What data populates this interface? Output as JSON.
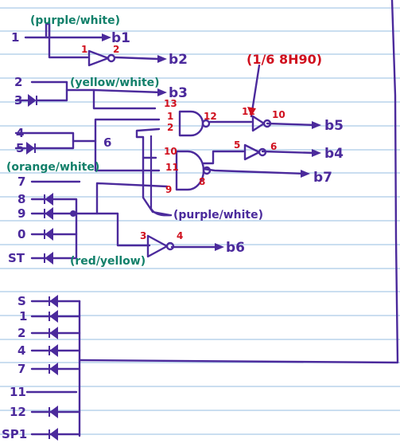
{
  "colors": {
    "ink": "#4b2a9c",
    "annotation": "#12806a",
    "pin": "#d0101e",
    "rule": "#b9d3ec",
    "margin": "#e7a0a8"
  },
  "inputs": [
    "1",
    "2",
    "3",
    "4",
    "5",
    "7",
    "8",
    "9",
    "0",
    "ST"
  ],
  "bottom_inputs": [
    "S",
    "1",
    "2",
    "4",
    "7",
    "11",
    "12",
    "SP1"
  ],
  "outputs": [
    "b1",
    "b2",
    "b3",
    "b5",
    "b4",
    "b7",
    "b6"
  ],
  "wire_labels": {
    "purple_white_top": "(purple/white)",
    "yellow_white": "(yellow/white)",
    "orange_white": "(orange/white)",
    "purple_white_mid": "(purple/white)",
    "red_yellow": "(red/yellow)"
  },
  "chip_note": "(1/6 8H90)",
  "node_label": "6",
  "pins": {
    "inv1_in": "1",
    "inv1_out": "2",
    "nand1_a": "13",
    "nand1_b": "1",
    "nand1_c": "2",
    "nand1_out": "12",
    "inv2_in": "11",
    "inv2_out": "10",
    "inv3_in": "5",
    "inv3_out": "6",
    "nand2_a": "10",
    "nand2_b": "11",
    "nand2_c": "9",
    "nand2_out": "8",
    "inv4_in": "3",
    "inv4_out": "4"
  }
}
